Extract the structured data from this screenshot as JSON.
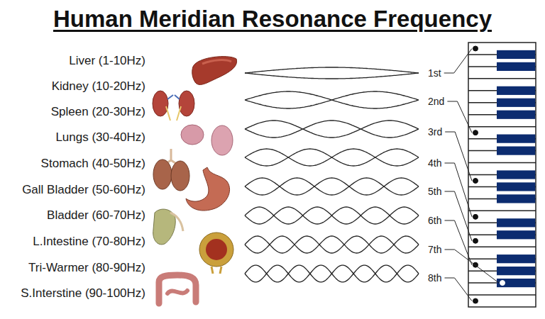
{
  "diagram": {
    "title": "Human Meridian Resonance Frequency",
    "labels": [
      "Liver (1-10Hz)",
      "Kidney (10-20Hz)",
      "Spleen (20-30Hz)",
      "Lungs (30-40Hz)",
      "Stomach (40-50Hz)",
      "Gall Bladder (50-60Hz)",
      "Bladder (60-70Hz)",
      "L.Intestine (70-80Hz)",
      "Tri-Warmer (80-90Hz)",
      "S.Interstine (90-100Hz)",
      "1st",
      "2nd",
      "3rd",
      "4th",
      "5th",
      "6th",
      "7th",
      "8th"
    ]
  }
}
